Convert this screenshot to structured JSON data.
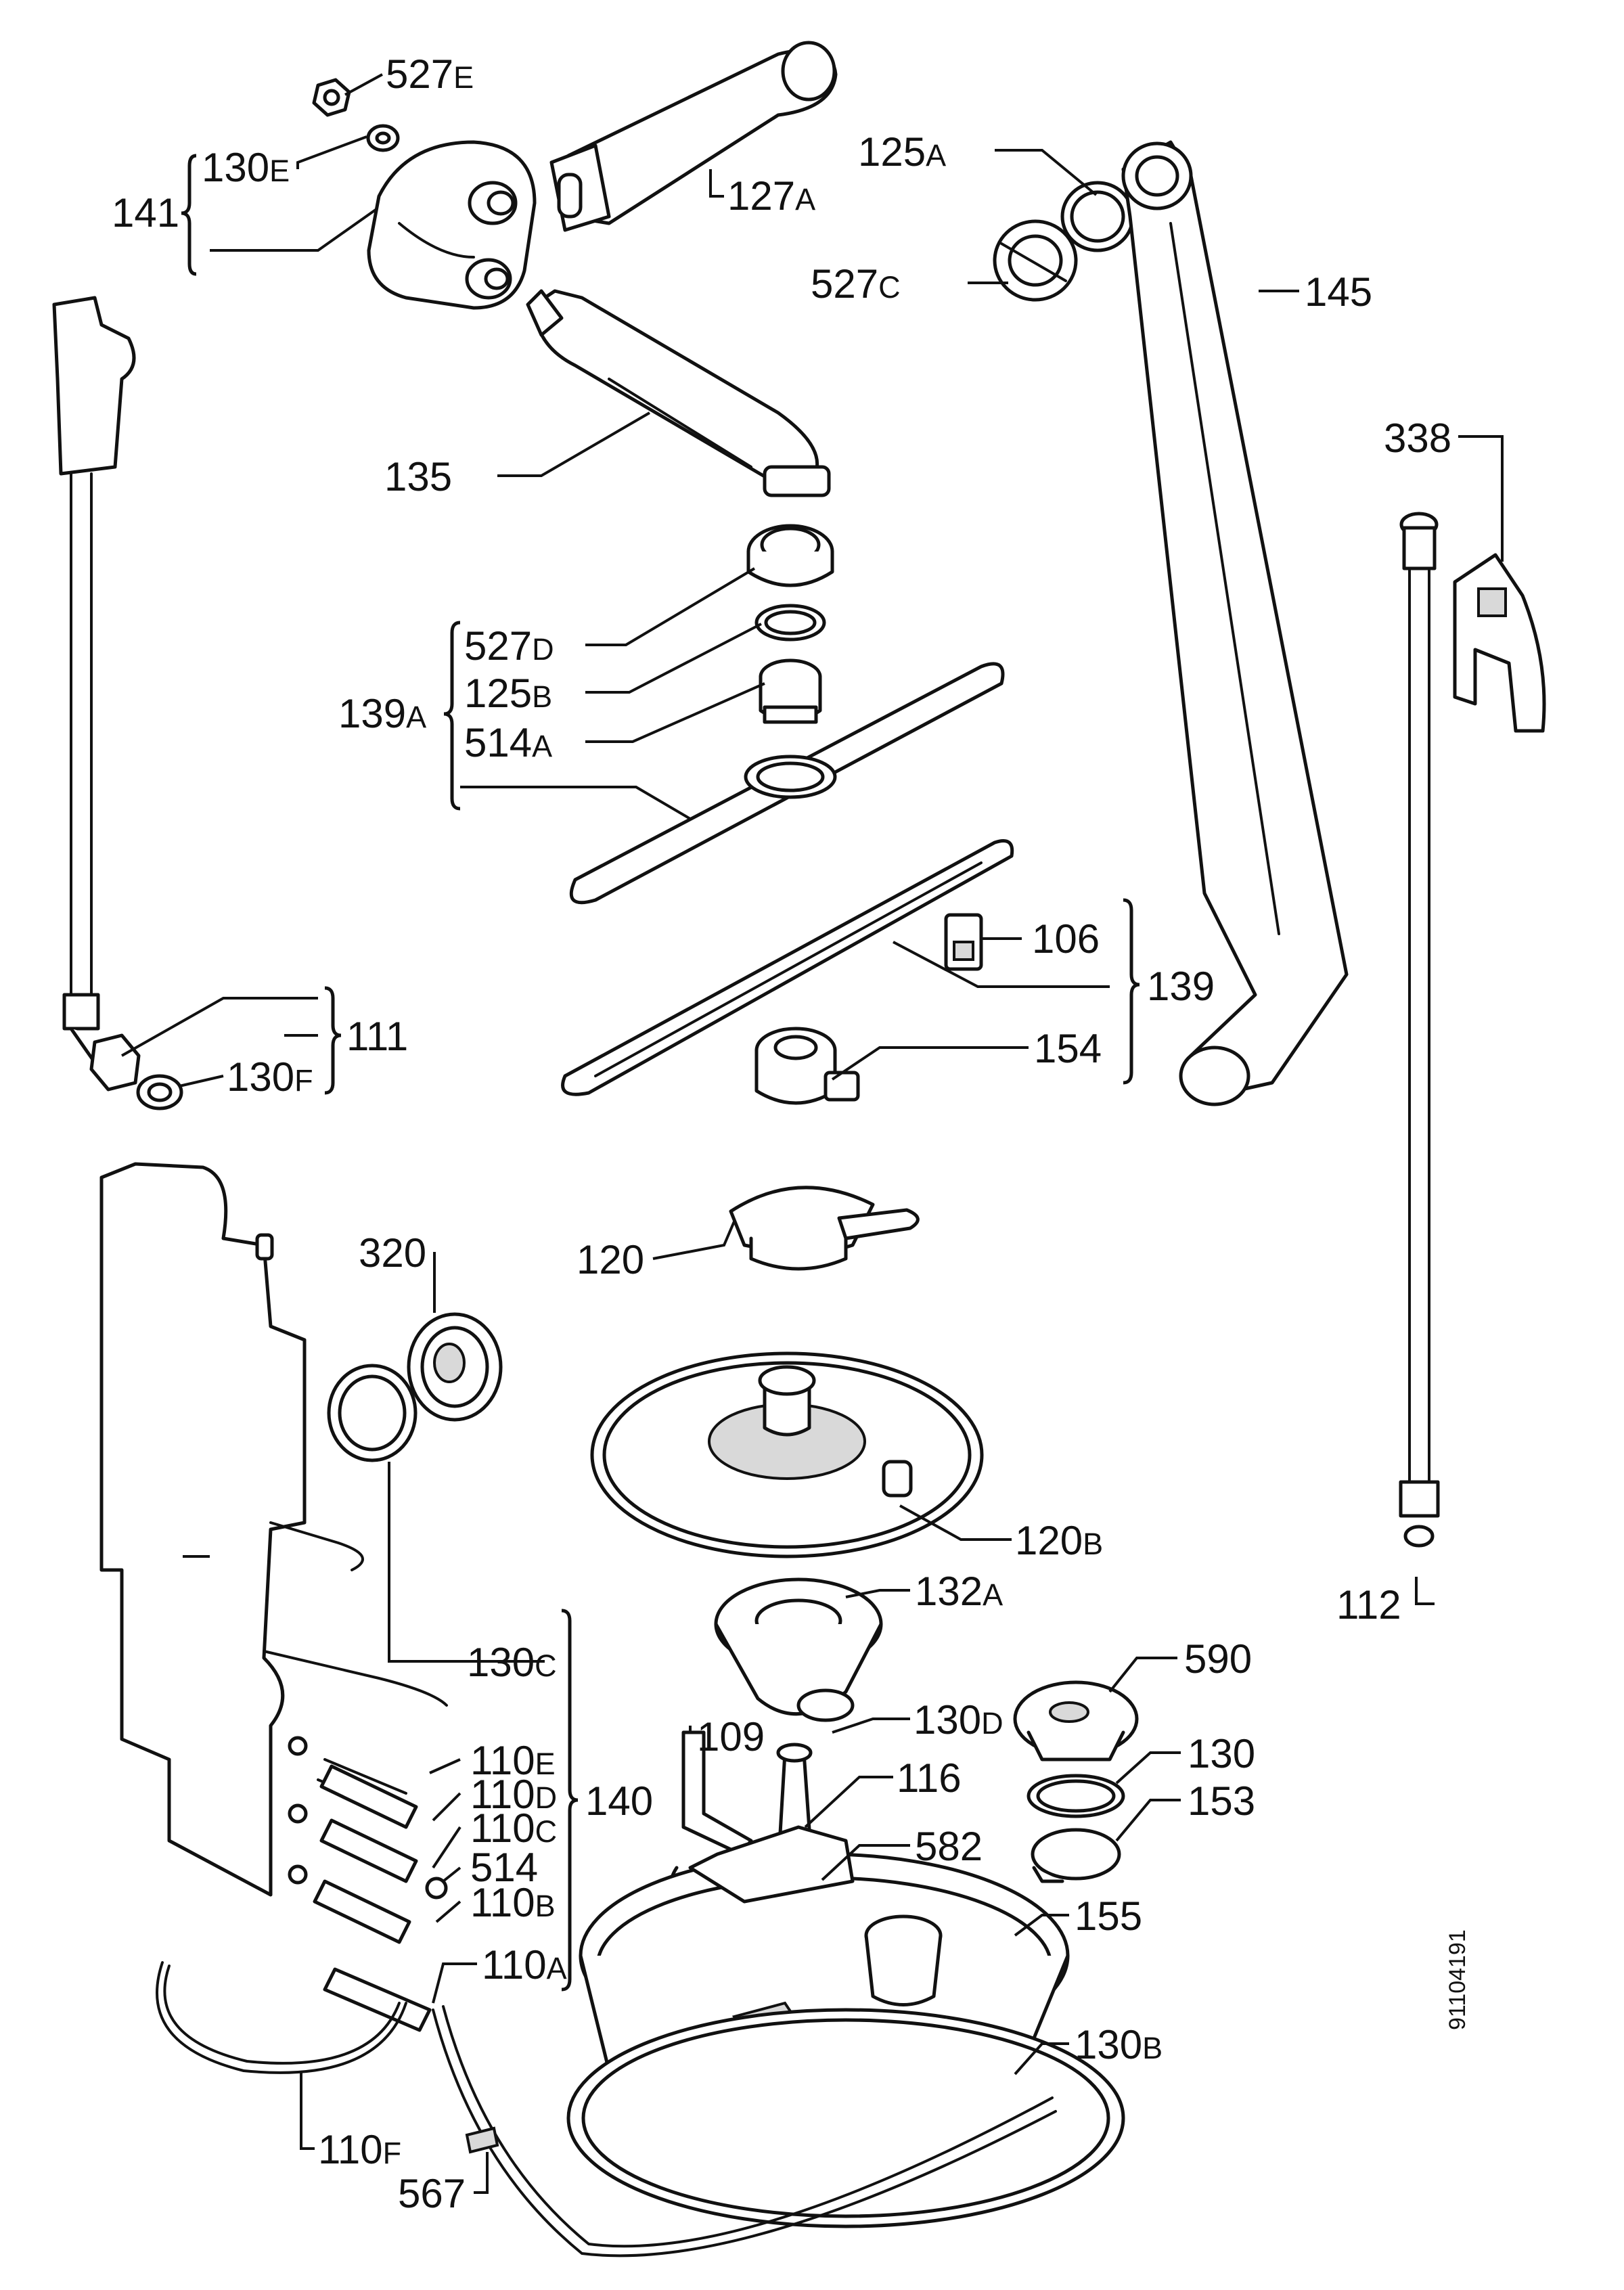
{
  "drawing_code": "91104191",
  "labels": {
    "p527E": {
      "num": "527",
      "suf": "E"
    },
    "p130E": {
      "num": "130",
      "suf": "E"
    },
    "p141": {
      "num": "141",
      "suf": ""
    },
    "p127A": {
      "num": "127",
      "suf": "A"
    },
    "p125A": {
      "num": "125",
      "suf": "A"
    },
    "p527C": {
      "num": "527",
      "suf": "C"
    },
    "p145": {
      "num": "145",
      "suf": ""
    },
    "p135": {
      "num": "135",
      "suf": ""
    },
    "p338": {
      "num": "338",
      "suf": ""
    },
    "p527D": {
      "num": "527",
      "suf": "D"
    },
    "p125B": {
      "num": "125",
      "suf": "B"
    },
    "p139A": {
      "num": "139",
      "suf": "A"
    },
    "p514A": {
      "num": "514",
      "suf": "A"
    },
    "p106": {
      "num": "106",
      "suf": ""
    },
    "p139": {
      "num": "139",
      "suf": ""
    },
    "p111": {
      "num": "111",
      "suf": ""
    },
    "p154": {
      "num": "154",
      "suf": ""
    },
    "p130F": {
      "num": "130",
      "suf": "F"
    },
    "p320": {
      "num": "320",
      "suf": ""
    },
    "p120": {
      "num": "120",
      "suf": ""
    },
    "p120B": {
      "num": "120",
      "suf": "B"
    },
    "p112": {
      "num": "112",
      "suf": ""
    },
    "p132A": {
      "num": "132",
      "suf": "A"
    },
    "p130C": {
      "num": "130",
      "suf": "C"
    },
    "p590": {
      "num": "590",
      "suf": ""
    },
    "p109": {
      "num": "109",
      "suf": ""
    },
    "p130D": {
      "num": "130",
      "suf": "D"
    },
    "p130": {
      "num": "130",
      "suf": ""
    },
    "p110E": {
      "num": "110",
      "suf": "E"
    },
    "p116": {
      "num": "116",
      "suf": ""
    },
    "p153": {
      "num": "153",
      "suf": ""
    },
    "p110D": {
      "num": "110",
      "suf": "D"
    },
    "p140": {
      "num": "140",
      "suf": ""
    },
    "p110C": {
      "num": "110",
      "suf": "C"
    },
    "p582": {
      "num": "582",
      "suf": ""
    },
    "p514": {
      "num": "514",
      "suf": ""
    },
    "p110B": {
      "num": "110",
      "suf": "B"
    },
    "p155": {
      "num": "155",
      "suf": ""
    },
    "p110A": {
      "num": "110",
      "suf": "A"
    },
    "p130B": {
      "num": "130",
      "suf": "B"
    },
    "p110F": {
      "num": "110",
      "suf": "F"
    },
    "p567": {
      "num": "567",
      "suf": ""
    }
  }
}
